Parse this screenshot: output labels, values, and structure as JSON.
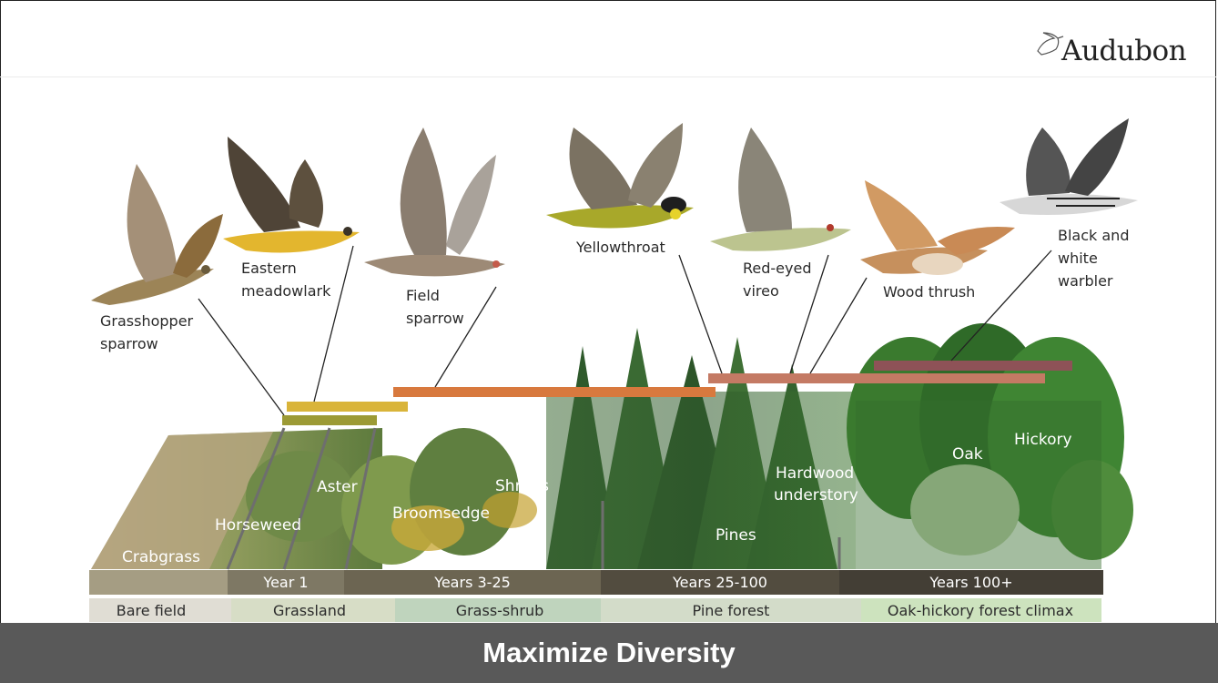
{
  "brand": {
    "name": "Audubon"
  },
  "footer": {
    "title": "Maximize Diversity"
  },
  "birds": [
    {
      "line1": "Grasshopper",
      "line2": "sparrow"
    },
    {
      "line1": "Eastern",
      "line2": "meadowlark"
    },
    {
      "line1": "Field",
      "line2": "sparrow"
    },
    {
      "line1": "Yellowthroat",
      "line2": ""
    },
    {
      "line1": "Red-eyed",
      "line2": "vireo"
    },
    {
      "line1": "Wood thrush",
      "line2": ""
    },
    {
      "line1": "Black and",
      "line2": "white",
      "line3": "warbler"
    }
  ],
  "plants": [
    "Crabgrass",
    "Horseweed",
    "Aster",
    "Broomsedge",
    "Shrubs",
    "Pines",
    "Hardwood",
    "understory",
    "Oak",
    "Hickory"
  ],
  "timeline": [
    "Year 1",
    "Years 3-25",
    "Years 25-100",
    "Years 100+"
  ],
  "habitats": [
    "Bare field",
    "Grassland",
    "Grass-shrub",
    "Pine forest",
    "Oak-hickory forest climax"
  ],
  "colors": {
    "grasshopper_bar": "#9c9a35",
    "meadowlark_bar": "#d9b43a",
    "field_sparrow_bar": "#d8793e",
    "vireo_bar": "#c47a64",
    "warbler_bar": "#8e5257",
    "timeline_bar": "#4f4a3f",
    "footer": "#595959"
  }
}
